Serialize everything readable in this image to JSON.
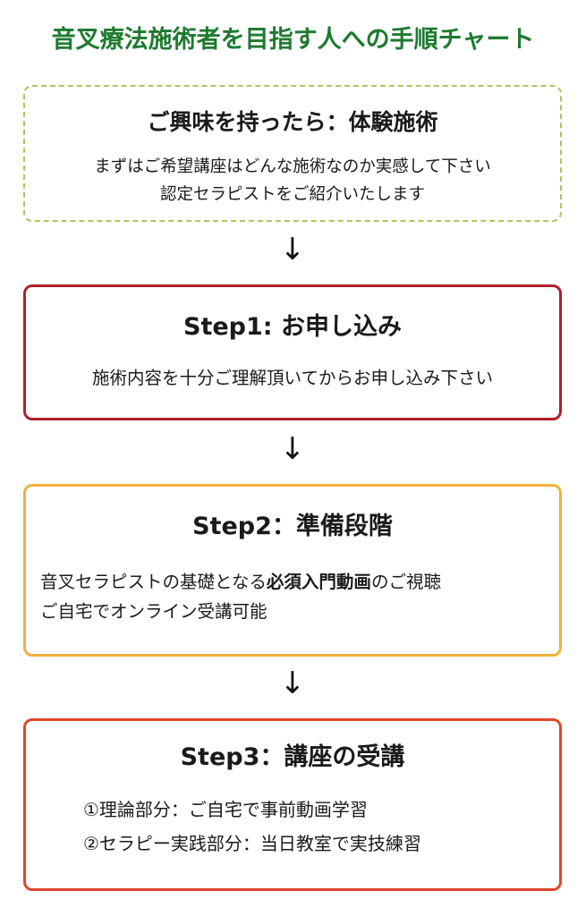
{
  "title": "音叉療法施術者を目指す人への手順チャート",
  "arrow_glyph": "↓",
  "colors": {
    "title": "#1e7a30",
    "intro_border": "#a8c860",
    "step1_border": "#b01e2a",
    "step2_border": "#f2b13a",
    "step3_border": "#e0462c"
  },
  "intro": {
    "heading": "ご興味を持ったら：体験施術",
    "line1": "まずはご希望講座はどんな施術なのか実感して下さい",
    "line2": "認定セラピストをご紹介いたします"
  },
  "step1": {
    "heading": "Step1: お申し込み",
    "line1": "施術内容を十分ご理解頂いてからお申し込み下さい"
  },
  "step2": {
    "heading": "Step2：準備段階",
    "line1_pre": "音叉セラピストの基礎となる",
    "line1_bold": "必須入門動画",
    "line1_post": "のご視聴",
    "line2": "ご自宅でオンライン受講可能"
  },
  "step3": {
    "heading": "Step3：講座の受講",
    "item1": "①理論部分：ご自宅で事前動画学習",
    "item2": "②セラピー実践部分：当日教室で実技練習"
  }
}
